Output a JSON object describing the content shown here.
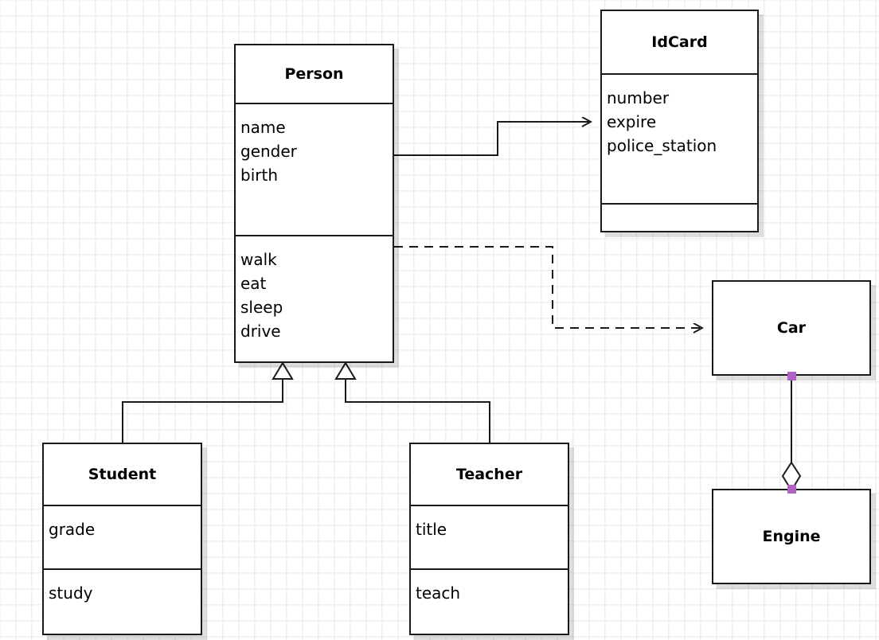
{
  "diagram": {
    "kind": "uml-class-diagram",
    "background": "#ffffff",
    "grid_color": "#efefef",
    "grid_size": 20,
    "line_color": "#1a1a1a",
    "handle_color": "#b061c4"
  },
  "classes": {
    "person": {
      "name": "Person",
      "attributes": [
        "name",
        "gender",
        "birth"
      ],
      "operations": [
        "walk",
        "eat",
        "sleep",
        "drive"
      ]
    },
    "idcard": {
      "name": "IdCard",
      "attributes": [
        "number",
        "expire",
        "police_station"
      ],
      "operations": []
    },
    "student": {
      "name": "Student",
      "attributes": [
        "grade"
      ],
      "operations": [
        "study"
      ]
    },
    "teacher": {
      "name": "Teacher",
      "attributes": [
        "title"
      ],
      "operations": [
        "teach"
      ]
    },
    "car": {
      "name": "Car",
      "attributes": [],
      "operations": []
    },
    "engine": {
      "name": "Engine",
      "attributes": [],
      "operations": []
    }
  },
  "relationships": [
    {
      "id": "person-idcard",
      "type": "association",
      "from": "Person",
      "to": "IdCard",
      "style": "solid",
      "arrow": "open"
    },
    {
      "id": "person-car",
      "type": "dependency",
      "from": "Person",
      "to": "Car",
      "style": "dashed",
      "arrow": "open"
    },
    {
      "id": "student-person",
      "type": "generalization",
      "from": "Student",
      "to": "Person",
      "style": "solid",
      "arrow": "hollow-triangle"
    },
    {
      "id": "teacher-person",
      "type": "generalization",
      "from": "Teacher",
      "to": "Person",
      "style": "solid",
      "arrow": "hollow-triangle"
    },
    {
      "id": "car-engine",
      "type": "aggregation",
      "from": "Car",
      "to": "Engine",
      "style": "solid",
      "arrow": "hollow-diamond"
    }
  ]
}
